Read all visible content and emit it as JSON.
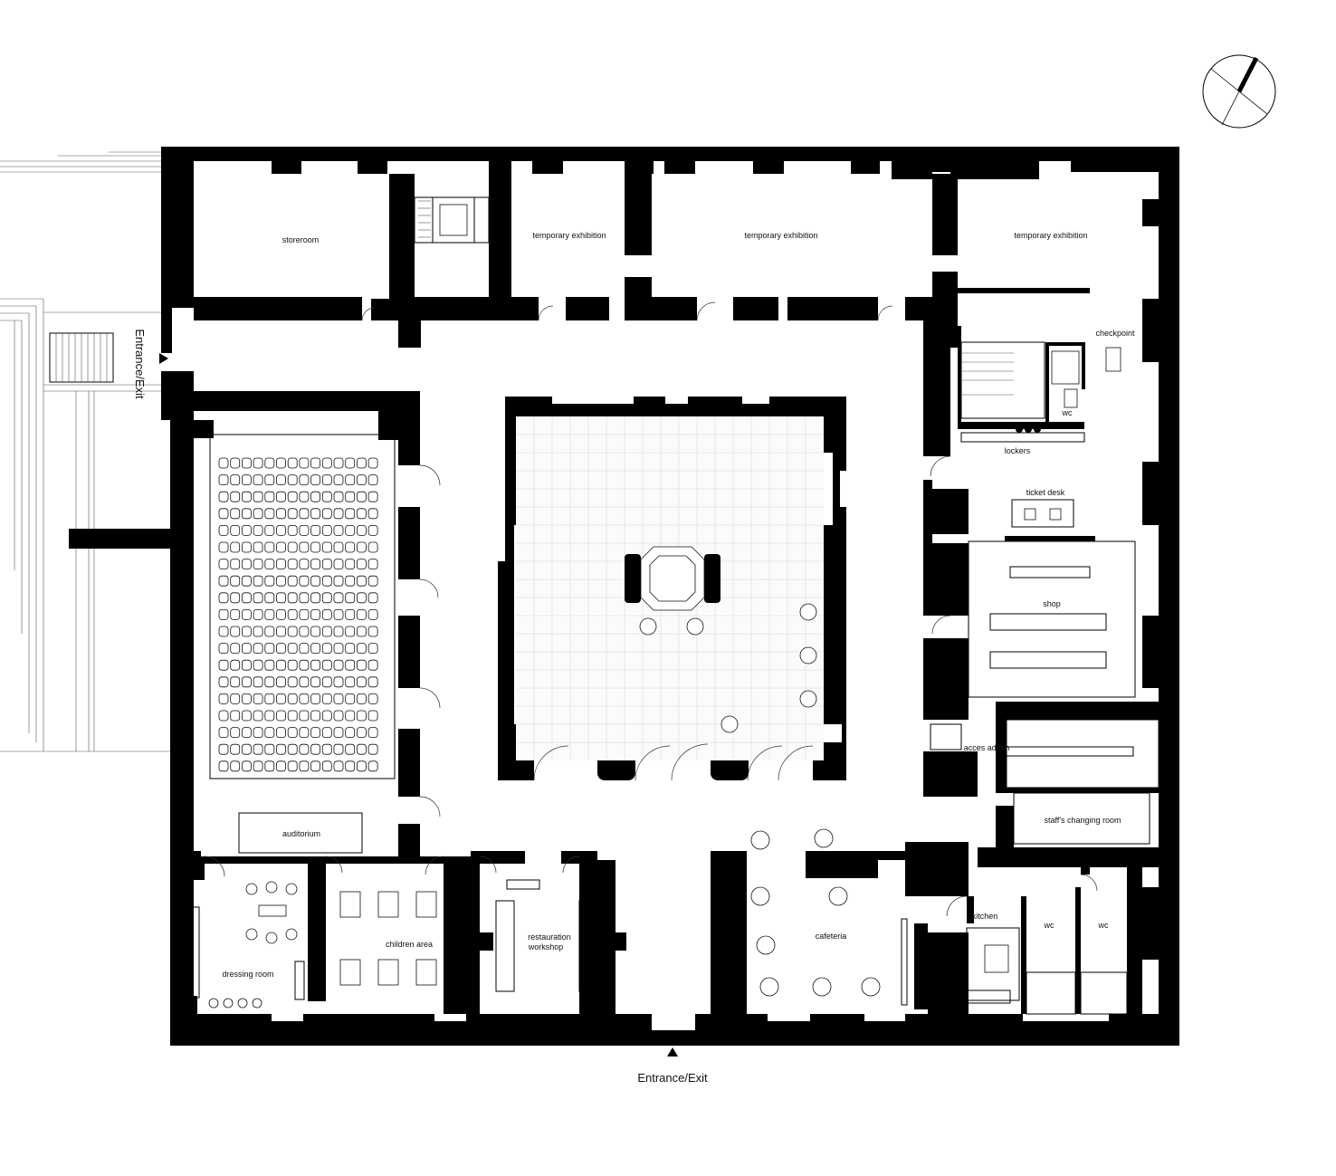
{
  "rooms": {
    "storeroom": "storeroom",
    "temp_exhibition_1": "temporary exhibition",
    "temp_exhibition_2": "temporary exhibition",
    "temp_exhibition_3": "temporary exhibition",
    "checkpoint": "checkpoint",
    "wc_1": "wc",
    "lockers": "lockers",
    "ticket_desk": "ticket desk",
    "shop": "shop",
    "acces_admin": "acces admin",
    "staff_changing": "staff's changing room",
    "kitchen": "kitchen",
    "wc_2": "wc",
    "wc_3": "wc",
    "cafeteria": "cafeteria",
    "restauration_line1": "restauration",
    "restauration_line2": "workshop",
    "children_area": "children area",
    "dressing_room": "dressing room",
    "auditorium": "auditorium"
  },
  "entrances": {
    "west": "Entrance/Exit",
    "south": "Entrance/Exit"
  },
  "icons": {
    "north_arrow": "compass-north-arrow-icon",
    "entrance_marker": "triangle-entrance-icon"
  }
}
